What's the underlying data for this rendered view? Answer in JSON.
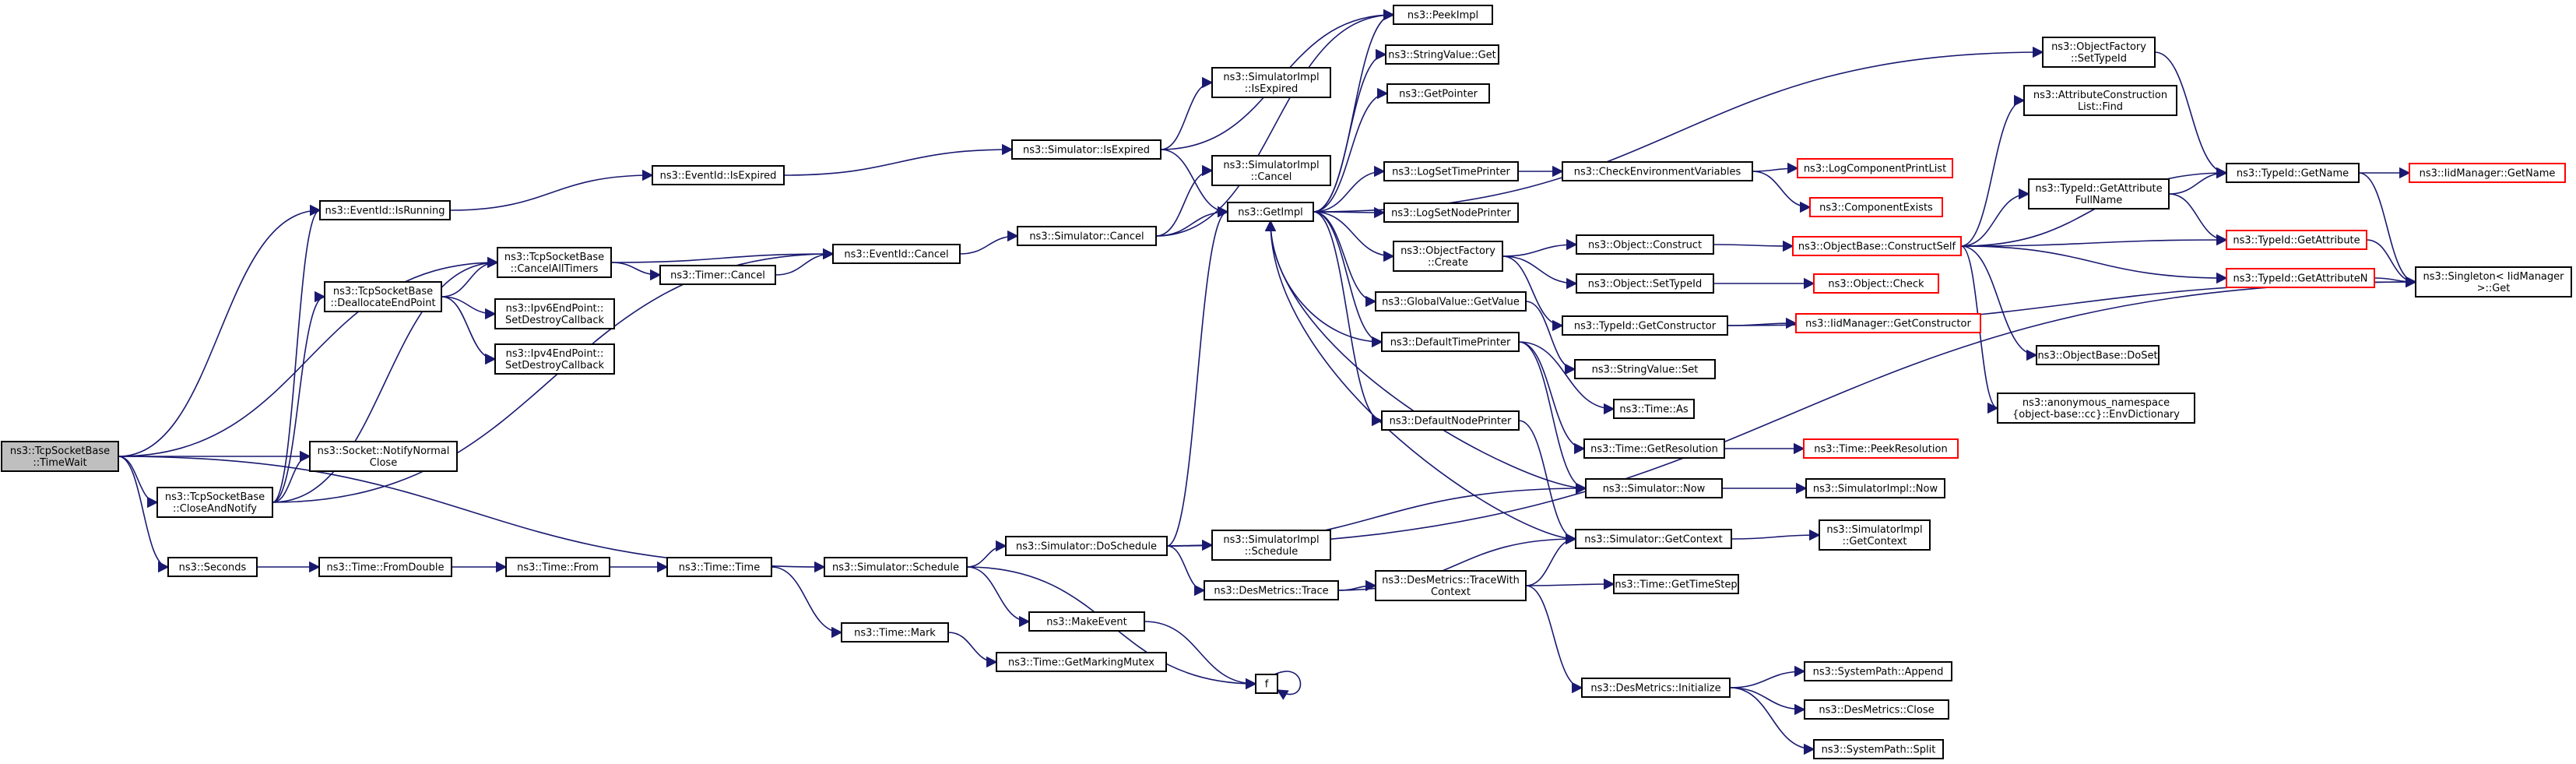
{
  "diagram": {
    "type": "doxygen-call-graph",
    "colors": {
      "edge": "#191970",
      "node_border_default": "#000000",
      "node_border_truncated": "#ff0000",
      "root_fill": "#bfbfbf",
      "node_fill": "#ffffff"
    },
    "nodes": [
      {
        "id": "root",
        "lines": [
          "ns3::TcpSocketBase",
          "::TimeWait"
        ],
        "style": "root"
      },
      {
        "id": "isrunning",
        "lines": [
          "ns3::EventId::IsRunning"
        ],
        "style": "normal"
      },
      {
        "id": "cancelalltimers",
        "lines": [
          "ns3::TcpSocketBase",
          "::CancelAllTimers"
        ],
        "style": "normal"
      },
      {
        "id": "deallocate",
        "lines": [
          "ns3::TcpSocketBase",
          "::DeallocateEndPoint"
        ],
        "style": "normal"
      },
      {
        "id": "closeandnotify",
        "lines": [
          "ns3::TcpSocketBase",
          "::CloseAndNotify"
        ],
        "style": "normal"
      },
      {
        "id": "notifynormal",
        "lines": [
          "ns3::Socket::NotifyNormal",
          "Close"
        ],
        "style": "normal"
      },
      {
        "id": "seconds",
        "lines": [
          "ns3::Seconds"
        ],
        "style": "normal"
      },
      {
        "id": "timercancel",
        "lines": [
          "ns3::Timer::Cancel"
        ],
        "style": "normal"
      },
      {
        "id": "ipv6cb",
        "lines": [
          "ns3::Ipv6EndPoint::",
          "SetDestroyCallback"
        ],
        "style": "normal"
      },
      {
        "id": "ipv4cb",
        "lines": [
          "ns3::Ipv4EndPoint::",
          "SetDestroyCallback"
        ],
        "style": "normal"
      },
      {
        "id": "fromdouble",
        "lines": [
          "ns3::Time::FromDouble"
        ],
        "style": "normal"
      },
      {
        "id": "eventidisexpired",
        "lines": [
          "ns3::EventId::IsExpired"
        ],
        "style": "normal"
      },
      {
        "id": "eventidcancel",
        "lines": [
          "ns3::EventId::Cancel"
        ],
        "style": "normal"
      },
      {
        "id": "timefrom",
        "lines": [
          "ns3::Time::From"
        ],
        "style": "normal"
      },
      {
        "id": "timetime",
        "lines": [
          "ns3::Time::Time"
        ],
        "style": "normal"
      },
      {
        "id": "simschedule",
        "lines": [
          "ns3::Simulator::Schedule"
        ],
        "style": "normal"
      },
      {
        "id": "timemark",
        "lines": [
          "ns3::Time::Mark"
        ],
        "style": "normal"
      },
      {
        "id": "simisexpired",
        "lines": [
          "ns3::Simulator::IsExpired"
        ],
        "style": "normal"
      },
      {
        "id": "simcancel",
        "lines": [
          "ns3::Simulator::Cancel"
        ],
        "style": "normal"
      },
      {
        "id": "simdoschedule",
        "lines": [
          "ns3::Simulator::DoSchedule"
        ],
        "style": "normal"
      },
      {
        "id": "makeevent",
        "lines": [
          "ns3::MakeEvent"
        ],
        "style": "normal"
      },
      {
        "id": "getmarkingmutex",
        "lines": [
          "ns3::Time::GetMarkingMutex"
        ],
        "style": "normal"
      },
      {
        "id": "implisexpired",
        "lines": [
          "ns3::SimulatorImpl",
          "::IsExpired"
        ],
        "style": "normal"
      },
      {
        "id": "implcancel",
        "lines": [
          "ns3::SimulatorImpl",
          "::Cancel"
        ],
        "style": "normal"
      },
      {
        "id": "implschedule",
        "lines": [
          "ns3::SimulatorImpl",
          "::Schedule"
        ],
        "style": "normal"
      },
      {
        "id": "destrace",
        "lines": [
          "ns3::DesMetrics::Trace"
        ],
        "style": "normal"
      },
      {
        "id": "f",
        "lines": [
          "f"
        ],
        "style": "normal"
      },
      {
        "id": "getimpl",
        "lines": [
          "ns3::GetImpl"
        ],
        "style": "normal"
      },
      {
        "id": "peekimpl",
        "lines": [
          "ns3::PeekImpl"
        ],
        "style": "normal"
      },
      {
        "id": "stringvalueget",
        "lines": [
          "ns3::StringValue::Get"
        ],
        "style": "normal"
      },
      {
        "id": "getpointer",
        "lines": [
          "ns3::GetPointer"
        ],
        "style": "normal"
      },
      {
        "id": "logsettimeprinter",
        "lines": [
          "ns3::LogSetTimePrinter"
        ],
        "style": "normal"
      },
      {
        "id": "logsetnodeprinter",
        "lines": [
          "ns3::LogSetNodePrinter"
        ],
        "style": "normal"
      },
      {
        "id": "objfactorycreate",
        "lines": [
          "ns3::ObjectFactory",
          "::Create"
        ],
        "style": "normal"
      },
      {
        "id": "globalvalueget",
        "lines": [
          "ns3::GlobalValue::GetValue"
        ],
        "style": "normal"
      },
      {
        "id": "defaulttimeprinter",
        "lines": [
          "ns3::DefaultTimePrinter"
        ],
        "style": "normal"
      },
      {
        "id": "defaultnodeprinter",
        "lines": [
          "ns3::DefaultNodePrinter"
        ],
        "style": "normal"
      },
      {
        "id": "tracewithcontext",
        "lines": [
          "ns3::DesMetrics::TraceWith",
          "Context"
        ],
        "style": "normal"
      },
      {
        "id": "desinitialize",
        "lines": [
          "ns3::DesMetrics::Initialize"
        ],
        "style": "normal"
      },
      {
        "id": "checkenv",
        "lines": [
          "ns3::CheckEnvironmentVariables"
        ],
        "style": "normal"
      },
      {
        "id": "objconstruct",
        "lines": [
          "ns3::Object::Construct"
        ],
        "style": "normal"
      },
      {
        "id": "objsettypeid",
        "lines": [
          "ns3::Object::SetTypeId"
        ],
        "style": "normal"
      },
      {
        "id": "typeidgetconstructor",
        "lines": [
          "ns3::TypeId::GetConstructor"
        ],
        "style": "normal"
      },
      {
        "id": "stringvalueset",
        "lines": [
          "ns3::StringValue::Set"
        ],
        "style": "normal"
      },
      {
        "id": "timeas",
        "lines": [
          "ns3::Time::As"
        ],
        "style": "normal"
      },
      {
        "id": "timegetresolution",
        "lines": [
          "ns3::Time::GetResolution"
        ],
        "style": "normal"
      },
      {
        "id": "simnow",
        "lines": [
          "ns3::Simulator::Now"
        ],
        "style": "normal"
      },
      {
        "id": "simgetcontext",
        "lines": [
          "ns3::Simulator::GetContext"
        ],
        "style": "normal"
      },
      {
        "id": "timegettimestep",
        "lines": [
          "ns3::Time::GetTimeStep"
        ],
        "style": "normal"
      },
      {
        "id": "syspathappend",
        "lines": [
          "ns3::SystemPath::Append"
        ],
        "style": "normal"
      },
      {
        "id": "desclose",
        "lines": [
          "ns3::DesMetrics::Close"
        ],
        "style": "normal"
      },
      {
        "id": "syspathsplit",
        "lines": [
          "ns3::SystemPath::Split"
        ],
        "style": "normal"
      },
      {
        "id": "objfactorysettypeid",
        "lines": [
          "ns3::ObjectFactory",
          "::SetTypeId"
        ],
        "style": "normal"
      },
      {
        "id": "logcompprintlist",
        "lines": [
          "ns3::LogComponentPrintList"
        ],
        "style": "truncated"
      },
      {
        "id": "componentexists",
        "lines": [
          "ns3::ComponentExists"
        ],
        "style": "truncated"
      },
      {
        "id": "objbaseconstructself",
        "lines": [
          "ns3::ObjectBase::ConstructSelf"
        ],
        "style": "truncated"
      },
      {
        "id": "objectcheck",
        "lines": [
          "ns3::Object::Check"
        ],
        "style": "truncated"
      },
      {
        "id": "iidmgetconstructor",
        "lines": [
          "ns3::IidManager::GetConstructor"
        ],
        "style": "truncated"
      },
      {
        "id": "timepeekresolution",
        "lines": [
          "ns3::Time::PeekResolution"
        ],
        "style": "truncated"
      },
      {
        "id": "implnow",
        "lines": [
          "ns3::SimulatorImpl::Now"
        ],
        "style": "normal"
      },
      {
        "id": "implgetcontext",
        "lines": [
          "ns3::SimulatorImpl",
          "::GetContext"
        ],
        "style": "normal"
      },
      {
        "id": "attrconstructionlist",
        "lines": [
          "ns3::AttributeConstruction",
          "List::Find"
        ],
        "style": "normal"
      },
      {
        "id": "typeidgetattrfullname",
        "lines": [
          "ns3::TypeId::GetAttribute",
          "FullName"
        ],
        "style": "normal"
      },
      {
        "id": "objbasedoset",
        "lines": [
          "ns3::ObjectBase::DoSet"
        ],
        "style": "normal"
      },
      {
        "id": "anonenvdict",
        "lines": [
          "ns3::anonymous_namespace",
          "{object-base::cc}::EnvDictionary"
        ],
        "style": "normal"
      },
      {
        "id": "typeidgetname",
        "lines": [
          "ns3::TypeId::GetName"
        ],
        "style": "normal"
      },
      {
        "id": "typeidgetattribute",
        "lines": [
          "ns3::TypeId::GetAttribute"
        ],
        "style": "truncated"
      },
      {
        "id": "typeidgetattributen",
        "lines": [
          "ns3::TypeId::GetAttributeN"
        ],
        "style": "truncated"
      },
      {
        "id": "iidmgetname",
        "lines": [
          "ns3::IidManager::GetName"
        ],
        "style": "truncated"
      },
      {
        "id": "singletonget",
        "lines": [
          "ns3::Singleton< IidManager",
          " >::Get"
        ],
        "style": "normal"
      }
    ],
    "edges": [
      [
        "root",
        "isrunning"
      ],
      [
        "root",
        "cancelalltimers"
      ],
      [
        "root",
        "closeandnotify"
      ],
      [
        "root",
        "notifynormal"
      ],
      [
        "root",
        "seconds"
      ],
      [
        "root",
        "simschedule"
      ],
      [
        "closeandnotify",
        "isrunning"
      ],
      [
        "closeandnotify",
        "cancelalltimers"
      ],
      [
        "closeandnotify",
        "deallocate"
      ],
      [
        "closeandnotify",
        "notifynormal"
      ],
      [
        "closeandnotify",
        "eventidcancel"
      ],
      [
        "cancelalltimers",
        "timercancel"
      ],
      [
        "cancelalltimers",
        "eventidcancel"
      ],
      [
        "timercancel",
        "eventidcancel"
      ],
      [
        "deallocate",
        "cancelalltimers"
      ],
      [
        "deallocate",
        "ipv6cb"
      ],
      [
        "deallocate",
        "ipv4cb"
      ],
      [
        "isrunning",
        "eventidisexpired"
      ],
      [
        "eventidisexpired",
        "simisexpired"
      ],
      [
        "eventidcancel",
        "simcancel"
      ],
      [
        "seconds",
        "fromdouble"
      ],
      [
        "fromdouble",
        "timefrom"
      ],
      [
        "timefrom",
        "timetime"
      ],
      [
        "timetime",
        "timemark"
      ],
      [
        "timemark",
        "getmarkingmutex"
      ],
      [
        "simschedule",
        "simdoschedule"
      ],
      [
        "simschedule",
        "makeevent"
      ],
      [
        "simschedule",
        "f"
      ],
      [
        "makeevent",
        "f"
      ],
      [
        "f",
        "f"
      ],
      [
        "simisexpired",
        "implisexpired"
      ],
      [
        "simisexpired",
        "getimpl"
      ],
      [
        "simisexpired",
        "peekimpl"
      ],
      [
        "simcancel",
        "implcancel"
      ],
      [
        "simcancel",
        "getimpl"
      ],
      [
        "simcancel",
        "peekimpl"
      ],
      [
        "simdoschedule",
        "getimpl"
      ],
      [
        "simdoschedule",
        "implschedule"
      ],
      [
        "simdoschedule",
        "destrace"
      ],
      [
        "simdoschedule",
        "simnow"
      ],
      [
        "simdoschedule",
        "singletonget"
      ],
      [
        "destrace",
        "tracewithcontext"
      ],
      [
        "destrace",
        "simgetcontext"
      ],
      [
        "tracewithcontext",
        "simgetcontext"
      ],
      [
        "tracewithcontext",
        "timegettimestep"
      ],
      [
        "tracewithcontext",
        "desinitialize"
      ],
      [
        "desinitialize",
        "syspathappend"
      ],
      [
        "desinitialize",
        "desclose"
      ],
      [
        "desinitialize",
        "syspathsplit"
      ],
      [
        "getimpl",
        "peekimpl"
      ],
      [
        "getimpl",
        "stringvalueget"
      ],
      [
        "getimpl",
        "getpointer"
      ],
      [
        "getimpl",
        "logsettimeprinter"
      ],
      [
        "getimpl",
        "logsetnodeprinter"
      ],
      [
        "getimpl",
        "objfactorycreate"
      ],
      [
        "getimpl",
        "globalvalueget"
      ],
      [
        "getimpl",
        "defaulttimeprinter"
      ],
      [
        "getimpl",
        "defaultnodeprinter"
      ],
      [
        "getimpl",
        "objfactorysettypeid"
      ],
      [
        "logsettimeprinter",
        "checkenv"
      ],
      [
        "checkenv",
        "logcompprintlist"
      ],
      [
        "checkenv",
        "componentexists"
      ],
      [
        "objfactorycreate",
        "objconstruct"
      ],
      [
        "objfactorycreate",
        "objsettypeid"
      ],
      [
        "objfactorycreate",
        "typeidgetconstructor"
      ],
      [
        "objconstruct",
        "objbaseconstructself"
      ],
      [
        "objsettypeid",
        "objectcheck"
      ],
      [
        "typeidgetconstructor",
        "iidmgetconstructor"
      ],
      [
        "typeidgetconstructor",
        "singletonget"
      ],
      [
        "globalvalueget",
        "stringvalueset"
      ],
      [
        "defaulttimeprinter",
        "timeas"
      ],
      [
        "defaulttimeprinter",
        "timegetresolution"
      ],
      [
        "defaulttimeprinter",
        "simnow"
      ],
      [
        "defaulttimeprinter",
        "getimpl"
      ],
      [
        "defaultnodeprinter",
        "simgetcontext"
      ],
      [
        "simnow",
        "implnow"
      ],
      [
        "simnow",
        "getimpl"
      ],
      [
        "simgetcontext",
        "implgetcontext"
      ],
      [
        "simgetcontext",
        "getimpl"
      ],
      [
        "timegetresolution",
        "timepeekresolution"
      ],
      [
        "objbaseconstructself",
        "attrconstructionlist"
      ],
      [
        "objbaseconstructself",
        "typeidgetattrfullname"
      ],
      [
        "objbaseconstructself",
        "objbasedoset"
      ],
      [
        "objbaseconstructself",
        "anonenvdict"
      ],
      [
        "objbaseconstructself",
        "typeidgetname"
      ],
      [
        "objbaseconstructself",
        "typeidgetattribute"
      ],
      [
        "objbaseconstructself",
        "typeidgetattributen"
      ],
      [
        "typeidgetattrfullname",
        "typeidgetname"
      ],
      [
        "typeidgetattrfullname",
        "typeidgetattribute"
      ],
      [
        "objfactorysettypeid",
        "typeidgetname"
      ],
      [
        "typeidgetname",
        "iidmgetname"
      ],
      [
        "typeidgetname",
        "singletonget"
      ],
      [
        "typeidgetattribute",
        "singletonget"
      ],
      [
        "typeidgetattributen",
        "singletonget"
      ]
    ]
  }
}
